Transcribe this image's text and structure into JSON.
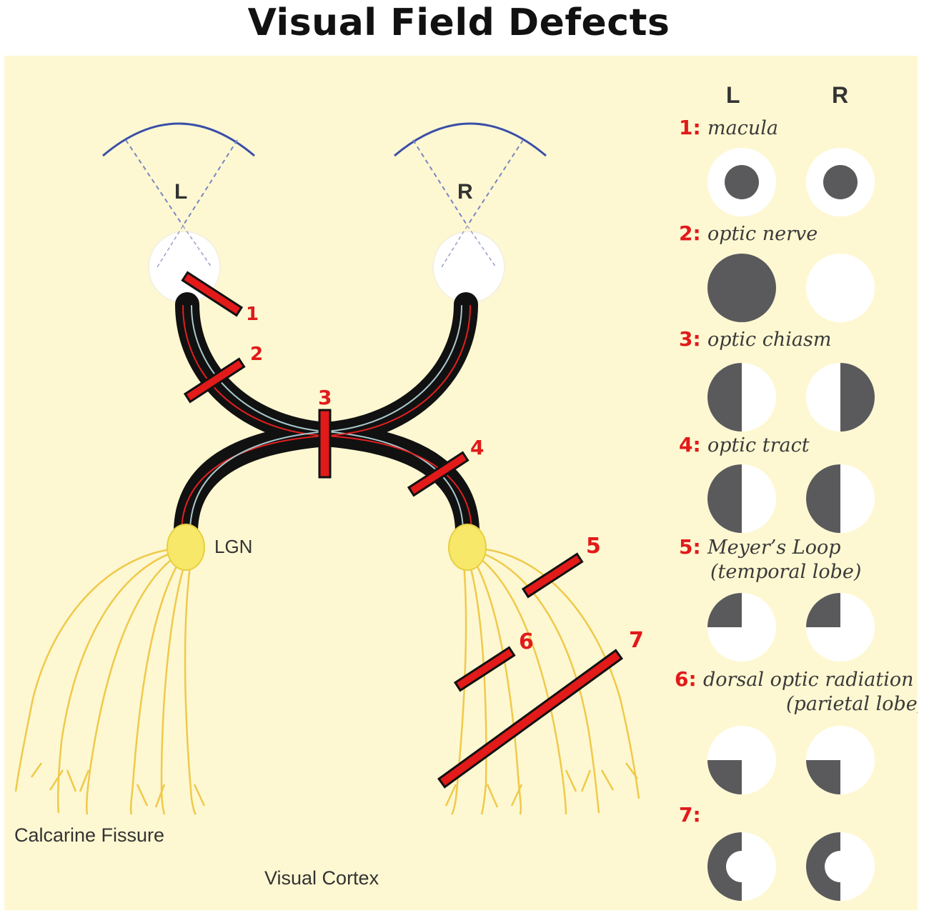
{
  "title": "Visual Field Defects",
  "colors": {
    "background": "#fdf8d2",
    "lesion": "#e21a1a",
    "pathway": "#111111",
    "field_blind": "#5a5a5c",
    "radiation": "#f0c94a",
    "lgn": "#f7e86a",
    "retina_arc": "#3a4fa8"
  },
  "diagram": {
    "left_eye_label": "L",
    "right_eye_label": "R",
    "lgn_label": "LGN",
    "calcarine_label": "Calcarine Fissure",
    "visual_cortex_label": "Visual Cortex",
    "lesion_numbers": [
      "1",
      "2",
      "3",
      "4",
      "5",
      "6",
      "7"
    ]
  },
  "legend": {
    "col_left": "L",
    "col_right": "R",
    "items": [
      {
        "num": "1",
        "sep": ":",
        "line1": "macula",
        "line2": "",
        "left_defect": "central-scotoma",
        "right_defect": "central-scotoma"
      },
      {
        "num": "2",
        "sep": ":",
        "line1": "optic nerve",
        "line2": "",
        "left_defect": "full-blind",
        "right_defect": "none"
      },
      {
        "num": "3",
        "sep": ":",
        "line1": "optic chiasm",
        "line2": "",
        "left_defect": "left-half",
        "right_defect": "right-half"
      },
      {
        "num": "4",
        "sep": ":",
        "line1": "optic tract",
        "line2": "",
        "left_defect": "left-half",
        "right_defect": "left-half"
      },
      {
        "num": "5",
        "sep": ":",
        "line1": "Meyer’s Loop",
        "line2": "(temporal lobe)",
        "left_defect": "upper-left-quadrant",
        "right_defect": "upper-left-quadrant"
      },
      {
        "num": "6",
        "sep": ":",
        "line1": "dorsal optic radiation",
        "line2": "(parietal lobe)",
        "left_defect": "lower-left-quadrant",
        "right_defect": "lower-left-quadrant"
      },
      {
        "num": "7",
        "sep": ":",
        "line1": "",
        "line2": "",
        "left_defect": "left-half-macular-sparing",
        "right_defect": "left-half-macular-sparing"
      }
    ]
  }
}
